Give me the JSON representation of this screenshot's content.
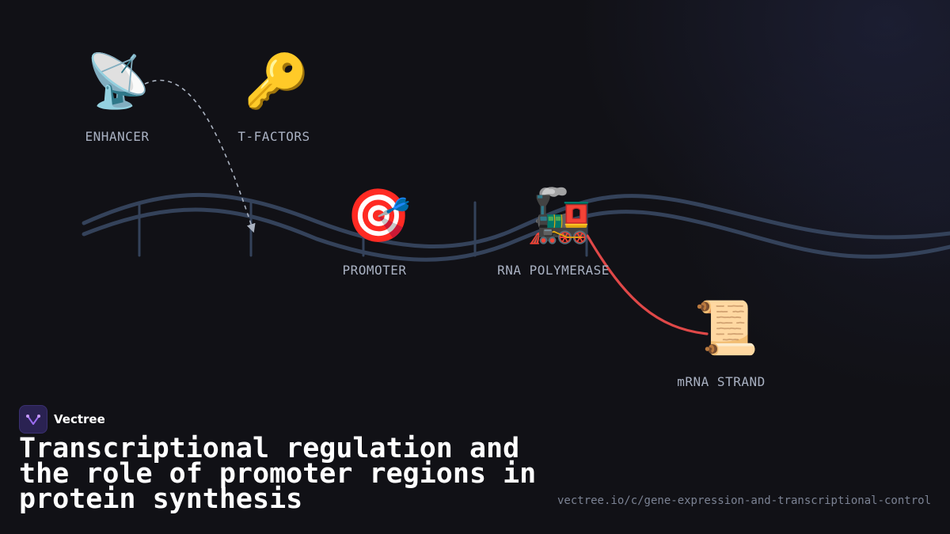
{
  "nodes": {
    "enhancer": {
      "icon": "satellite-dish-icon",
      "glyph": "📡",
      "label": "ENHANCER"
    },
    "tfactors": {
      "icon": "key-icon",
      "glyph": "🔑",
      "label": "T-FACTORS"
    },
    "promoter": {
      "icon": "target-icon",
      "glyph": "🎯",
      "label": "PROMOTER"
    },
    "polymerase": {
      "icon": "locomotive-icon",
      "glyph": "🚂",
      "label": "RNA POLYMERASE"
    },
    "mrna": {
      "icon": "scroll-icon",
      "glyph": "📜",
      "label": "mRNA STRAND"
    }
  },
  "brand": {
    "name": "Vectree",
    "icon": "vectree-logo-icon"
  },
  "title": "Transcriptional regulation and the role of promoter regions in protein synthesis",
  "url": "vectree.io/c/gene-expression-and-transcriptional-control",
  "colors": {
    "background": "#111116",
    "dna_strand": "#34425a",
    "transcription_arrow": "#e04848",
    "binding_arrow": "#aab2c0",
    "label": "#a9b1c2",
    "title": "#ffffff"
  }
}
